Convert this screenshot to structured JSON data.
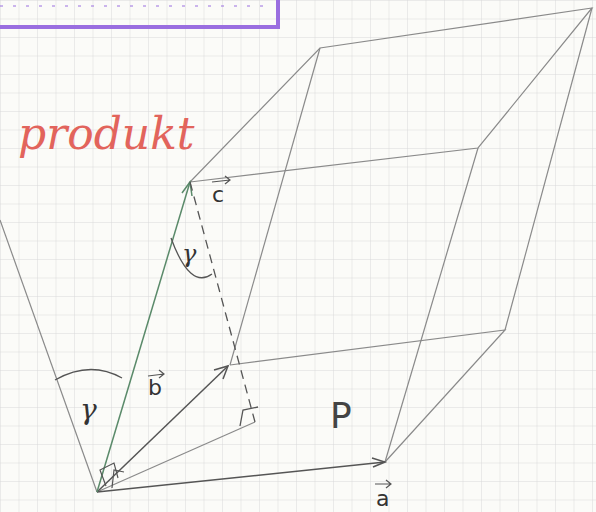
{
  "diagram": {
    "labels": [
      "produkt",
      "c",
      "b",
      "a",
      "γ",
      "γ",
      "P"
    ]
  }
}
